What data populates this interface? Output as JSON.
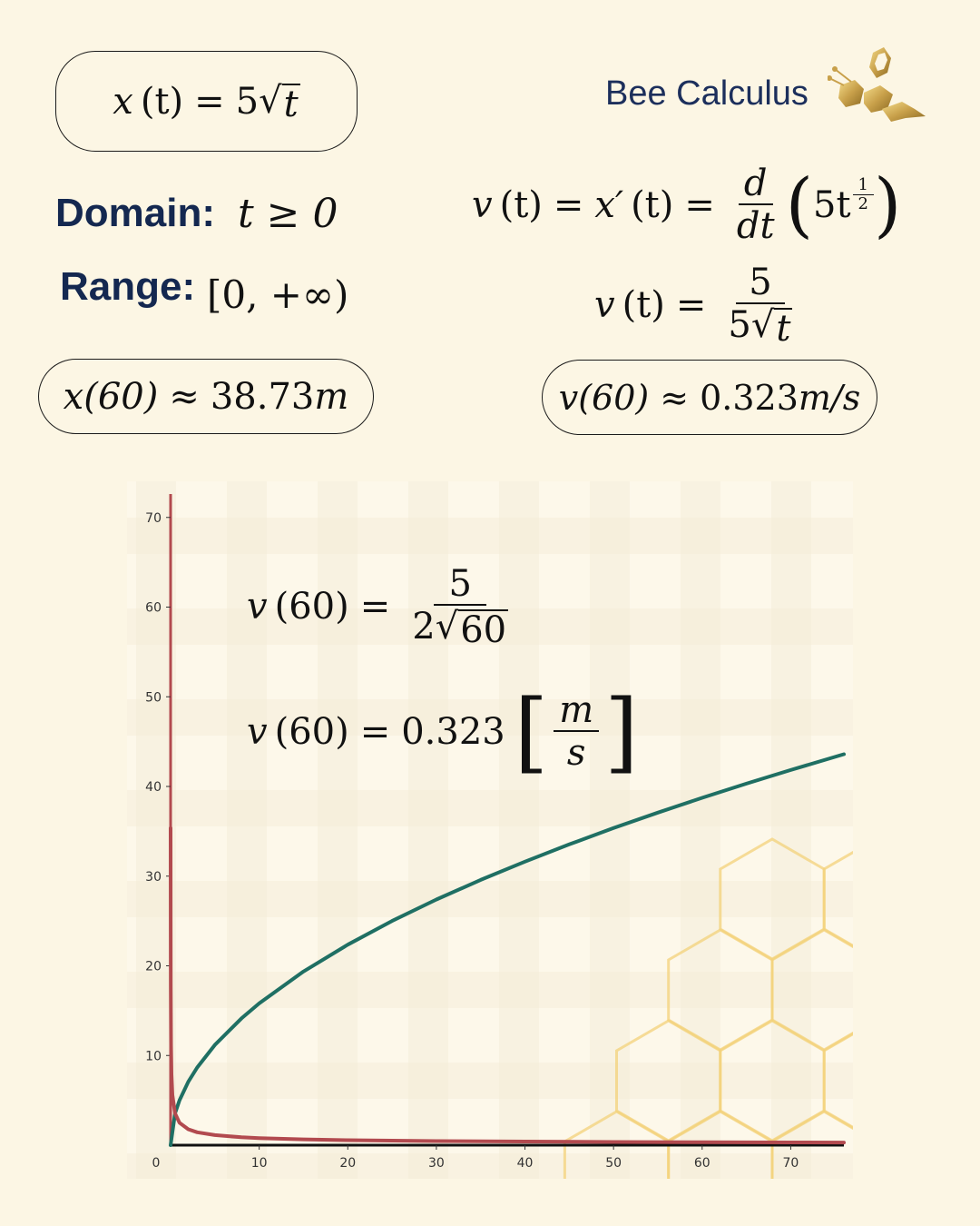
{
  "brand": {
    "name": "Bee Calculus",
    "logo": "bee-logo-icon"
  },
  "position_eq": {
    "lhs": "x",
    "arg": "(t)",
    "eq": "=",
    "coef": "5",
    "radicand": "t"
  },
  "domain": {
    "label": "Domain:",
    "expr": "t ≥ 0"
  },
  "range": {
    "label": "Range:",
    "expr": "[0, +∞)"
  },
  "x60": {
    "lhs": "x(60)",
    "approx": "≈",
    "value": "38.73",
    "unit": "m"
  },
  "velocity_def": {
    "lhs": "v",
    "arg": "(t)",
    "eq1": "=",
    "mid": "x′",
    "mid_arg": "(t)",
    "eq2": "=",
    "d_num": "d",
    "d_den": "dt",
    "base": "5t",
    "exp_num": "1",
    "exp_den": "2"
  },
  "velocity_result": {
    "lhs": "v",
    "arg": "(t)",
    "eq": "=",
    "num": "5",
    "den_coef": "5",
    "den_radicand": "t"
  },
  "v60": {
    "lhs": "v(60)",
    "approx": "≈",
    "value": "0.323",
    "unit": "m/s"
  },
  "overlay": {
    "eq1": {
      "lhs": "v",
      "arg": "(60)",
      "eq": "=",
      "num": "5",
      "den_coef": "2",
      "den_radicand": "60"
    },
    "eq2": {
      "lhs": "v",
      "arg": "(60)",
      "eq": "=",
      "value": "0.323",
      "unit_num": "m",
      "unit_den": "s"
    }
  },
  "colors": {
    "position": "#1f6f63",
    "velocity": "#b24a4f",
    "axis": "#111111",
    "hex": "#f3d27a"
  },
  "chart_data": {
    "type": "line",
    "xlabel": "",
    "ylabel": "",
    "xlim": [
      0,
      76
    ],
    "ylim": [
      0,
      72
    ],
    "xticks": [
      0,
      10,
      20,
      30,
      40,
      50,
      60,
      70
    ],
    "yticks": [
      10,
      20,
      30,
      40,
      50,
      60,
      70
    ],
    "grid": false,
    "series": [
      {
        "color": "#1f6f63",
        "x": [
          0,
          0.5,
          1,
          2,
          3,
          5,
          8,
          10,
          15,
          20,
          25,
          30,
          35,
          40,
          45,
          50,
          55,
          60,
          65,
          70,
          76
        ],
        "y": [
          0,
          3.54,
          5.0,
          7.07,
          8.66,
          11.18,
          14.14,
          15.81,
          19.36,
          22.36,
          25.0,
          27.39,
          29.58,
          31.62,
          33.54,
          35.36,
          37.08,
          38.73,
          40.31,
          41.83,
          43.59
        ]
      },
      {
        "color": "#b24a4f",
        "x": [
          0.005,
          0.01,
          0.02,
          0.05,
          0.1,
          0.2,
          0.5,
          1,
          2,
          3,
          5,
          8,
          10,
          15,
          20,
          30,
          40,
          50,
          60,
          70,
          76
        ],
        "y": [
          35.36,
          25.0,
          17.68,
          11.18,
          7.91,
          5.59,
          3.54,
          2.5,
          1.77,
          1.44,
          1.12,
          0.88,
          0.79,
          0.65,
          0.56,
          0.46,
          0.4,
          0.35,
          0.32,
          0.3,
          0.29
        ]
      }
    ]
  }
}
